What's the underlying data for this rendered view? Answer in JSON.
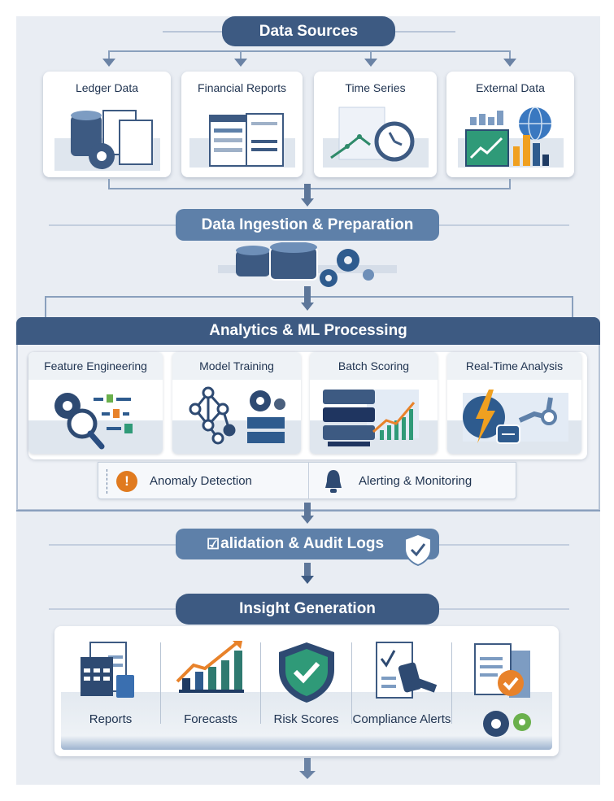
{
  "data_sources": {
    "title": "Data Sources",
    "items": [
      {
        "label": "Ledger Data",
        "icon": "database-documents-gear-icon"
      },
      {
        "label": "Financial Reports",
        "icon": "report-documents-icon"
      },
      {
        "label": "Time Series",
        "icon": "chart-stopwatch-icon"
      },
      {
        "label": "External Data",
        "icon": "globe-chart-icon"
      }
    ]
  },
  "ingestion": {
    "title": "Data Ingestion & Preparation",
    "icon": "databases-gears-icon"
  },
  "analytics": {
    "title": "Analytics & ML Processing",
    "modules": [
      {
        "label": "Feature Engineering",
        "icon": "gear-magnifier-icon"
      },
      {
        "label": "Model Training",
        "icon": "neural-network-icon"
      },
      {
        "label": "Batch Scoring",
        "icon": "server-chart-icon"
      },
      {
        "label": "Real-Time Analysis",
        "icon": "lightning-icon"
      }
    ],
    "alerts": [
      {
        "label": "Anomaly Detection",
        "icon": "exclamation-icon"
      },
      {
        "label": "Alerting & Monitoring",
        "icon": "bell-icon"
      }
    ]
  },
  "validation": {
    "title": "alidation & Audit Logs",
    "icon": "shield-check-icon"
  },
  "insights": {
    "title": "Insight Generation",
    "items": [
      {
        "label": "Reports",
        "icon": "report-calculator-icon"
      },
      {
        "label": "Forecasts",
        "icon": "growth-chart-icon"
      },
      {
        "label": "Risk Scores",
        "icon": "shield-check-icon"
      },
      {
        "label": "Compliance Alerts",
        "icon": "gavel-document-icon"
      },
      {
        "label": "",
        "icon": "document-check-gears-icon"
      }
    ]
  },
  "colors": {
    "primary": "#3d5a82",
    "secondary": "#5e80a9",
    "orange": "#e8822a",
    "green": "#2f9a78"
  }
}
